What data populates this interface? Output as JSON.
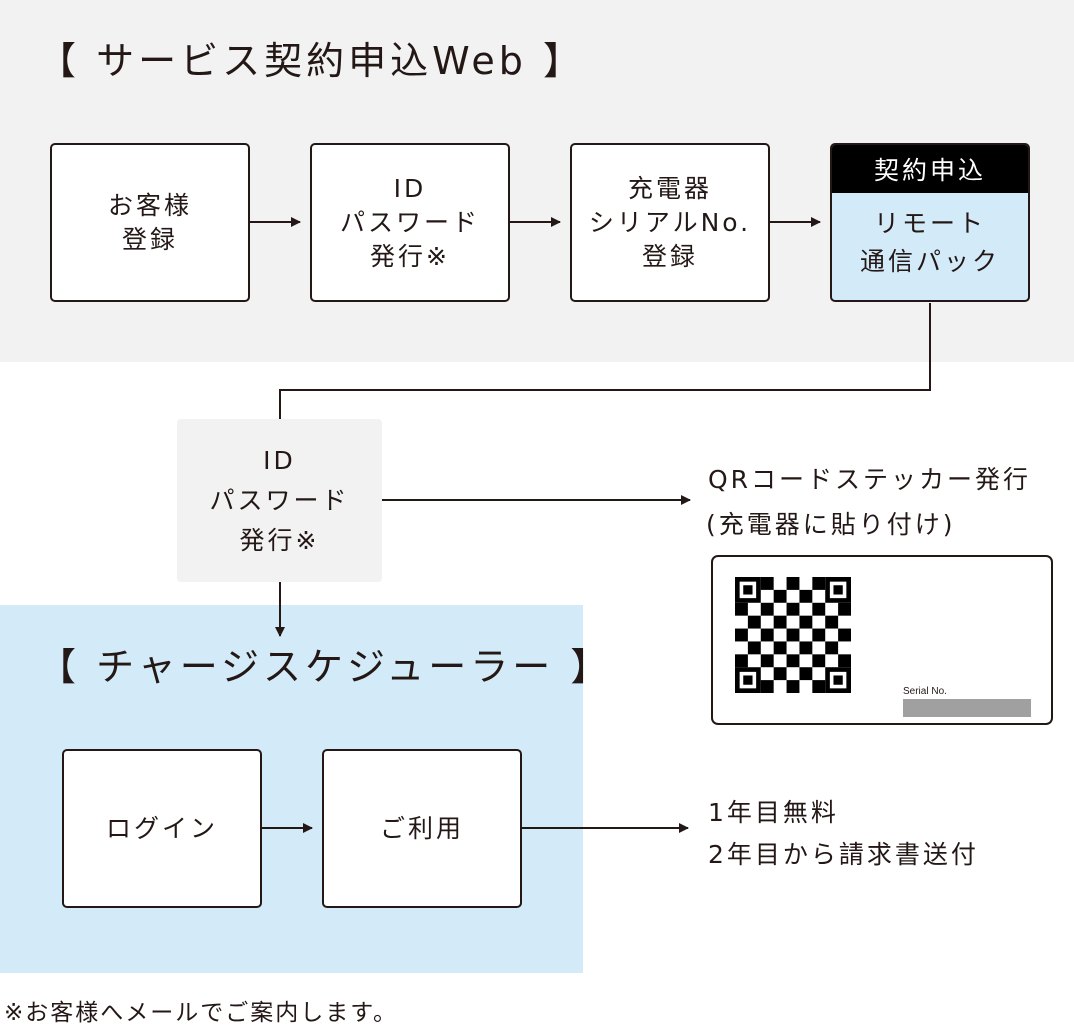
{
  "web_section": {
    "title": "【 サービス契約申込Web 】",
    "steps": [
      "お客様\n登録",
      "ID\nパスワード\n発行※",
      "充電器\nシリアルNo.\n登録"
    ],
    "contract": {
      "header": "契約申込",
      "body": "リモート\n通信パック"
    }
  },
  "id_issue": {
    "label": "ID\nパスワード\n発行※"
  },
  "qr": {
    "title": "QRコードステッカー発行",
    "subtitle": "(充電器に貼り付け)",
    "serial_label": "Serial No."
  },
  "scheduler_section": {
    "title": "【 チャージスケジューラー 】",
    "steps": [
      "ログイン",
      "ご利用"
    ]
  },
  "pricing": {
    "line1": "1年目無料",
    "line2": "2年目から請求書送付"
  },
  "footnote": "※お客様へメールでご案内します。",
  "colors": {
    "gray_panel": "#f2f2f2",
    "blue_panel": "#d3eaf8",
    "contract_header": "#000000",
    "text": "#231815"
  }
}
